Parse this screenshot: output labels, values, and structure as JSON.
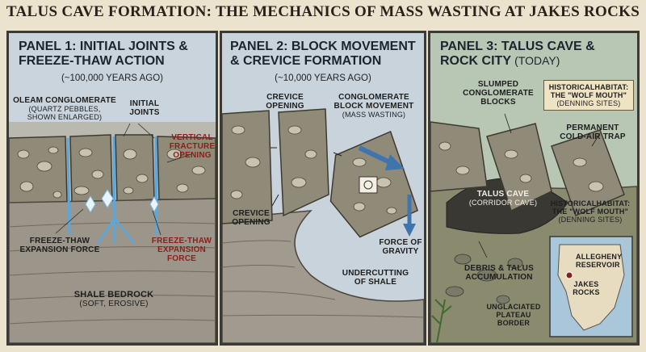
{
  "title": "TALUS CAVE FORMATION: THE MECHANICS OF MASS WASTING AT JAKES ROCKS",
  "panel1": {
    "title_line1": "PANEL 1: INITIAL JOINTS &",
    "title_line2": "FREEZE-THAW ACTION",
    "era": "(~100,000 YEARS AGO)",
    "olean_title": "OLEAM CONGLOMERATE",
    "olean_sub1": "(QUARTZ PEBBLES,",
    "olean_sub2": "SHOWN ENLARGED)",
    "joints1": "INITIAL",
    "joints2": "JOINTS",
    "vfo1": "VERTICAL",
    "vfo2": "FRACTURE",
    "vfo3": "OPENING",
    "fte1": "FREEZE-THAW",
    "fte2": "EXPANSION FORCE",
    "fter1": "FREEZE-THAW",
    "fter2": "EXPANSION",
    "fter3": "FORCE",
    "shale1": "SHALE BEDROCK",
    "shale2": "(SOFT, EROSIVE)"
  },
  "panel2": {
    "title_line1": "PANEL 2: BLOCK MOVEMENT",
    "title_line2": "& CREVICE FORMATION",
    "era": "(~10,000 YEARS AGO)",
    "crevice_top1": "CREVICE",
    "crevice_top2": "OPENING",
    "cbm1": "CONGLOMERATE",
    "cbm2": "BLOCK MOVEMENT",
    "cbm3": "(MASS WASTING)",
    "crevice_bot1": "CREVICE",
    "crevice_bot2": "OPENING",
    "gravity1": "FORCE OF",
    "gravity2": "GRAVITY",
    "under1": "UNDERCUTTING",
    "under2": "OF SHALE"
  },
  "panel3": {
    "title_line1": "PANEL 3: TALUS CAVE &",
    "title_line2": "ROCK CITY",
    "title_today": "(TODAY)",
    "slumped1": "SLUMPED",
    "slumped2": "CONGLOMERATE",
    "slumped3": "BLOCKS",
    "hist_a1": "HISTORICALHABITAT:",
    "hist_a2": "THE \"WOLF MOUTH\"",
    "hist_a3": "(DENNING SITES)",
    "cold1": "PERMANENT",
    "cold2": "COLD-AIR TRAP",
    "cave1": "TALUS CAVE",
    "cave2": "(CORRIDOR CAVE)",
    "hist_b1": "HISTORICALHABITAT:",
    "hist_b2": "THE \"WOLF MOUTH\"",
    "hist_b3": "(DENNING SITES)",
    "debris1": "DEBRIS & TALUS",
    "debris2": "ACCUMULATION",
    "border1": "UNGLACIATED",
    "border2": "PLATEAU",
    "border3": "BORDER",
    "map_res1": "ALLEGHENY",
    "map_res2": "RESERVOIR",
    "map_jr1": "JAKES",
    "map_jr2": "ROCKS"
  },
  "colors": {
    "conglomerate": "#8a8876",
    "shale": "#9c958a",
    "ice": "#5fa6d9",
    "accent_red": "#8a1f1a",
    "arrow_blue": "#3f74ad"
  }
}
